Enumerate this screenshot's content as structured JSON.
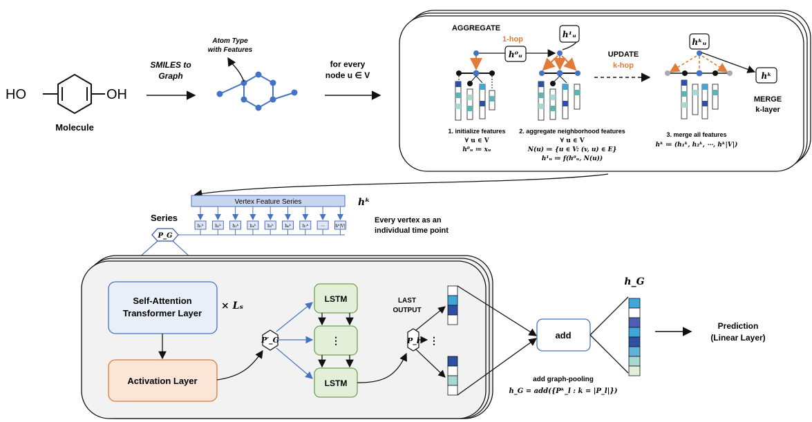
{
  "molecule": {
    "left_label": "HO",
    "right_label": "OH",
    "caption": "Molecule"
  },
  "steps": {
    "smiles_line1": "SMILES to",
    "smiles_line2": "Graph",
    "atom_line1": "Atom Type",
    "atom_line2": "with Features",
    "every_line1": "for every",
    "every_line2": "node u ∈ V"
  },
  "gnn": {
    "aggregate_title": "AGGREGATE",
    "one_hop": "1-hop",
    "update_title": "UPDATE",
    "k_hop": "k-hop",
    "merge_line1": "MERGE",
    "merge_line2": "k-layer",
    "h0": "h⁰ᵤ",
    "h1": "h¹ᵤ",
    "hk": "hᵏᵤ",
    "hk_out": "hᵏ",
    "step1": {
      "title": "1. initialize features",
      "l1": "∀ u ∈ V",
      "l2": "h⁰ᵤ ≔ xᵤ"
    },
    "step2": {
      "title": "2. aggregate neighborhood features",
      "l1": "∀ u ∈ V",
      "l2": "N(u) ≔ {u ∈ V: (v, u) ∈ E}",
      "l3": "h¹ᵤ ≔ f(h⁰ᵤ, N(u))"
    },
    "step3": {
      "title": "3. merge all features",
      "l1": "hᵏ ≔ (h₁ᵏ, h₂ᵏ, ⋯, hᵏ|V|)"
    }
  },
  "series": {
    "bar_label": "Vertex Feature Series",
    "hk": "hᵏ",
    "caption_line1": "Every vertex as an",
    "caption_line2": "individual time point",
    "series_label": "Series",
    "pg": "P_G",
    "cells": [
      "h₁ᵏ",
      "h₂ᵏ",
      "h₃ᵏ",
      "h₄ᵏ",
      "h₅ᵏ",
      "h₆ᵏ",
      "h₇ᵏ",
      "⋯",
      "hᵏ|V|"
    ]
  },
  "model": {
    "sat_line1": "Self-Attention",
    "sat_line2": "Transformer Layer",
    "times_ls": "× Lₛ",
    "activation": "Activation Layer",
    "pg_prime": "P′_G",
    "lstm1": "LSTM",
    "lstm_mid": "⋮",
    "lstm2": "LSTM",
    "last_line1": "LAST",
    "last_line2": "OUTPUT",
    "pl": "P_l",
    "dots": "⋮",
    "hg": "h_G",
    "add": "add",
    "pool_line1": "add graph-pooling",
    "pool_line2": "h_G = add({Pᵏ_l : k = |P_l|})",
    "pred_line1": "Prediction",
    "pred_line2": "(Linear Layer)"
  },
  "colors": {
    "blue": "#4472c4",
    "orange": "#e07b39",
    "dark_blue": "#2e4fa3",
    "teal": "#5fb3b3",
    "cyan": "#41a6d8",
    "green_fill": "#e3efd9",
    "green_stroke": "#70a050",
    "orange_fill": "#fbe5d6",
    "blue_fill": "#e9eff9",
    "panel_fill": "#f2f2f2"
  }
}
